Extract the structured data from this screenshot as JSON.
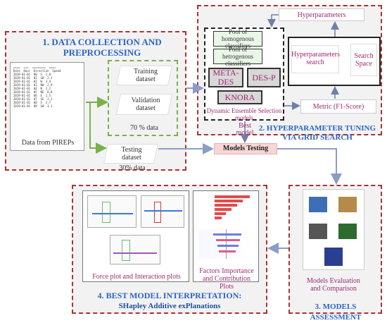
{
  "section1": {
    "title": "1. DATA COLLECTION AND PREPROCESSING",
    "data_label": "Data from PIREPs",
    "training": "Training dataset",
    "validation": "Validation dataset",
    "pct70": "70 % data",
    "testing": "Testing dataset",
    "pct30": "30% data"
  },
  "section2": {
    "title": "2. HYPERPARAMETER TUNING VIA GRID SEARCH",
    "hyperparameters": "Hyperparameters",
    "pool_homo": "Pool of homogenous classifiers",
    "pool_hetero": "Pool of hetrogenous classifiers",
    "meta_des": "META-DES",
    "des_p": "DES-P",
    "knora": "KNORA",
    "des_caption": "Dynamic Ensemble Selection models",
    "hp_search": "Hyperparameters search",
    "search_space": "Search Space",
    "metric": "Metric (F1-Score)",
    "best_model": "Best model"
  },
  "models_testing": "Models Testing",
  "section3": {
    "title": "3. MODELS ASSESSMENT",
    "caption": "Models Evaluation and Comparison"
  },
  "section4": {
    "title_line1": "4. BEST MODEL INTERPRETATION:",
    "title_line2": "SHapley Additive exPlanations",
    "force_caption": "Force plot and Interaction plots",
    "factors_caption": "Factors Importance and Contribution Plots"
  },
  "colors": {
    "panel_border": "#a33333",
    "arrow": "#8b9cc8",
    "green": "#78b04a",
    "title_blue": "#2a64c8",
    "purple": "#9b2a6f",
    "testing_fill": "#f6d6d6"
  }
}
